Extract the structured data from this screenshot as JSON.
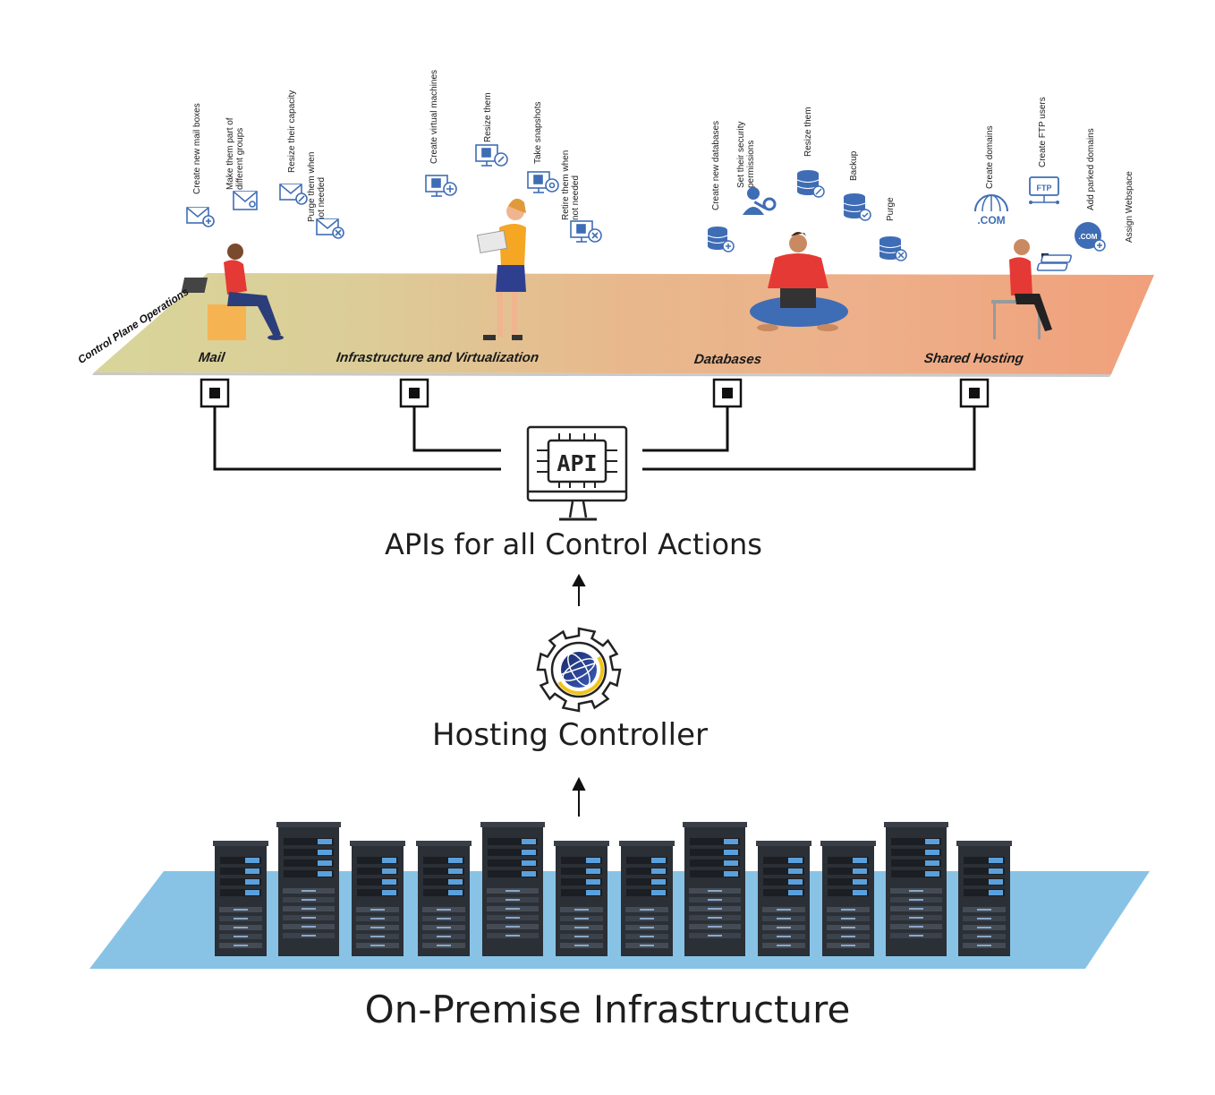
{
  "control_plane": {
    "side_label": "Control Plane Operations",
    "categories": [
      {
        "label": "Mail",
        "actions": [
          "Create new mail boxes",
          "Make them part of\ndifferent groups",
          "Resize their capacity",
          "Purge them when\nnot needed"
        ]
      },
      {
        "label": "Infrastructure and Virtualization",
        "actions": [
          "Create virtual machines",
          "Resize them",
          "Take snapshots",
          "Retire them when\nnot needed"
        ]
      },
      {
        "label": "Databases",
        "actions": [
          "Create new databases",
          "Set their security\npermissions",
          "Resize them",
          "Backup",
          "Purge"
        ]
      },
      {
        "label": "Shared Hosting",
        "actions": [
          "Create domains",
          "Create FTP users",
          "Add parked domains",
          "Assign Webspace"
        ]
      }
    ]
  },
  "api": {
    "icon_text": "API",
    "label": "APIs for all Control Actions"
  },
  "controller": {
    "label": "Hosting Controller"
  },
  "infrastructure": {
    "label": "On-Premise Infrastructure"
  },
  "icons": {
    "com_text": ".COM",
    "ftp_text": "FTP"
  },
  "colors": {
    "mail_band": "#d8d59a",
    "infra_band": "#e5c08e",
    "db_band": "#edb58a",
    "hosting_band": "#f0a47c",
    "icon_blue": "#3f6db5",
    "server_blue": "#5aa0dc",
    "floor_blue": "#88c3e6",
    "controller_gold": "#f0c419"
  }
}
